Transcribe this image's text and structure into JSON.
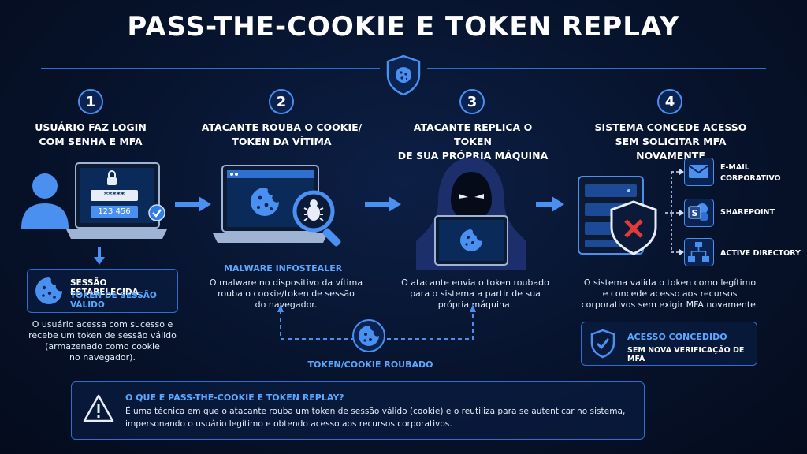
{
  "title": "PASS-THE-COOKIE E TOKEN REPLAY",
  "steps": [
    {
      "number": "1",
      "title_line1": "USUÁRIO FAZ LOGIN",
      "title_line2": "COM SENHA E MFA",
      "password_mask": "*****",
      "mfa_code": "123 456",
      "session_label1": "SESSÃO ESTABELECIDA",
      "session_label2": "TOKEN DE SESSÃO VÁLIDO",
      "desc": [
        "O usuário acessa com sucesso e",
        "recebe um token de sessão válido",
        "(armazenado como cookie",
        "no navegador)."
      ]
    },
    {
      "number": "2",
      "title_line1": "ATACANTE ROUBA O COOKIE/",
      "title_line2": "TOKEN DA VÍTIMA",
      "malware_label": "MALWARE INFOSTEALER",
      "desc": [
        "O malware no dispositivo da vítima",
        "rouba o cookie/token de sessão",
        "do navegador."
      ]
    },
    {
      "number": "3",
      "title_line1": "ATACANTE REPLICA O TOKEN",
      "title_line2": "DE SUA PRÓPRIA MÁQUINA",
      "desc": [
        "O atacante envia o token roubado",
        "para o sistema a partir de sua",
        "própria máquina."
      ]
    },
    {
      "number": "4",
      "title_line1": "SISTEMA CONCEDE ACESSO",
      "title_line2": "SEM SOLICITAR MFA NOVAMENTE",
      "resources": [
        "E-MAIL CORPORATIVO",
        "SHAREPOINT",
        "ACTIVE DIRECTORY"
      ],
      "desc": [
        "O sistema valida o token como legítimo",
        "e concede acesso aos recursos",
        "corporativos sem exigir MFA novamente."
      ],
      "access_label1": "ACESSO CONCEDIDO",
      "access_label2": "SEM NOVA VERIFICAÇÃO DE MFA"
    }
  ],
  "stolen_label": "TOKEN/COOKIE ROUBADO",
  "info": {
    "heading": "O QUE É PASS-THE-COOKIE E TOKEN REPLAY?",
    "line1": "É uma técnica em que o atacante rouba um token de sessão válido (cookie) e o reutiliza para se autenticar no sistema,",
    "line2": "impersonando o usuário legítimo e obtendo acesso aos recursos corporativos."
  },
  "colors": {
    "accent": "#4a90f0",
    "background": "#07132c",
    "danger": "#e03a3a"
  }
}
